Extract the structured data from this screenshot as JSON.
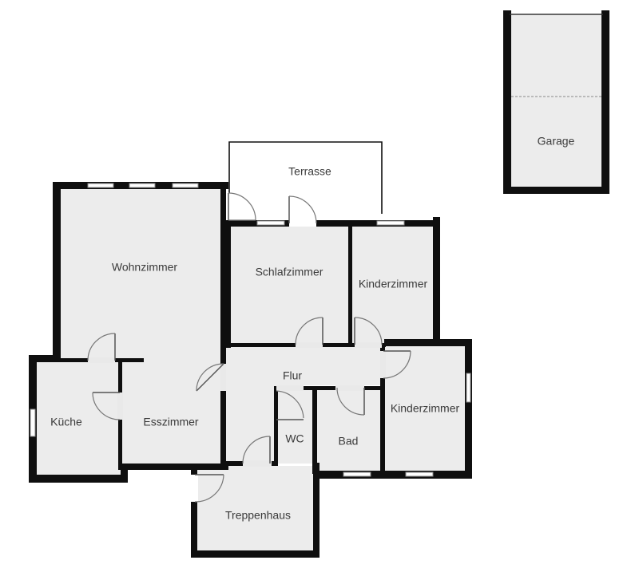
{
  "rooms": {
    "wohnzimmer": "Wohnzimmer",
    "terrasse": "Terrasse",
    "schlafzimmer": "Schlafzimmer",
    "kinderzimmer_1": "Kinderzimmer",
    "kinderzimmer_2": "Kinderzimmer",
    "flur": "Flur",
    "kueche": "Küche",
    "esszimmer": "Esszimmer",
    "wc": "WC",
    "bad": "Bad",
    "treppenhaus": "Treppenhaus",
    "garage": "Garage"
  },
  "colors": {
    "floor": "#ececec",
    "wall": "#0f0f0f",
    "label": "#3a3a3a"
  }
}
